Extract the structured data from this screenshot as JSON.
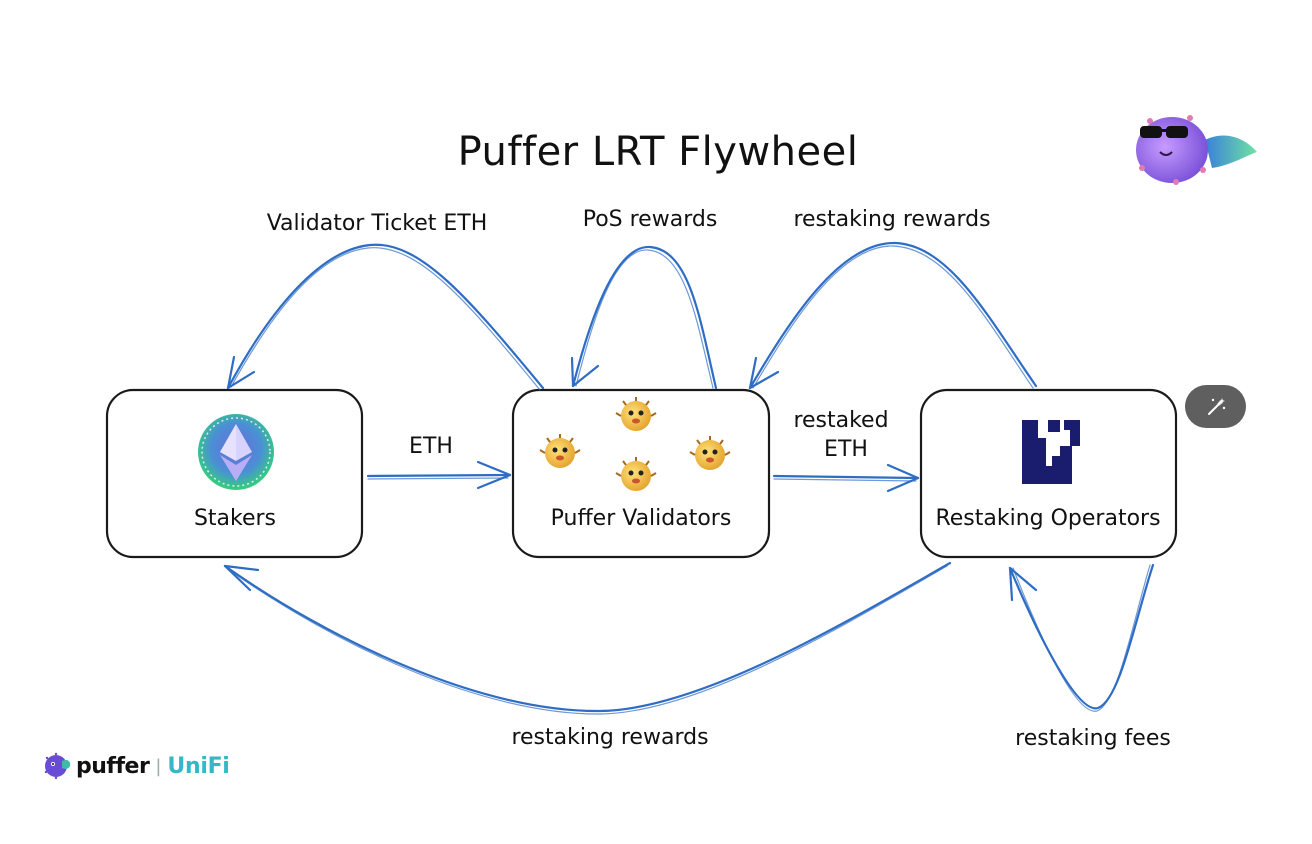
{
  "title": "Puffer LRT Flywheel",
  "nodes": {
    "stakers": "Stakers",
    "validators": "Puffer Validators",
    "operators": "Restaking Operators"
  },
  "edges": {
    "validator_ticket": "Validator Ticket ETH",
    "pos_rewards": "PoS rewards",
    "restaking_rewards_top": "restaking rewards",
    "eth": "ETH",
    "restaked_line1": "restaked",
    "restaked_line2": "ETH",
    "restaking_rewards_bottom": "restaking rewards",
    "restaking_fees": "restaking fees"
  },
  "icons": {
    "stakers": "ethereum-badge-icon",
    "validators": "pufferfish-emoji-icon",
    "operators": "eigenlayer-logo-icon",
    "mascot": "pufferfish-mascot-icon",
    "magic": "magic-wand-icon"
  },
  "brand": {
    "puffer": "puffer",
    "separator": "|",
    "unifi": "UniFi"
  },
  "colors": {
    "arrow": "#2f6dc4",
    "eigen": "#1a1d6e",
    "unifi": "#37b6c8",
    "button": "#5f5f5f"
  }
}
